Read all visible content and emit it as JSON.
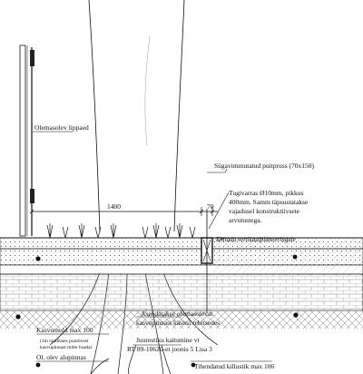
{
  "labels": {
    "fence": "Olemasolev lippaed",
    "post_fastener": "Sügavimmutatud puitpruss (70x150)",
    "rebar_line1": "Tugivarras Ø10mm, pikkus",
    "rebar_line2": "400mm. Samm täpsustatakse",
    "rebar_line3": "vajadusel konstruktiivsete",
    "rebar_line4": "arvutustega.",
    "dim_1400": "1400",
    "dim_70": "70",
    "vertical_plan": "Ehitada vertikaalplaneeringule",
    "subsoil_line1": "Asendatakse olemasolevat",
    "subsoil_line2": "kasvupinnast käsitsi rebitsedes",
    "topsoil": "Kasvumuld     max 100",
    "topsoil_note1": "(1m raadiuses puutüvest",
    "topsoil_note2": "kasvupinnast mitte lisada)",
    "roots_line1": "Juurestiku kaitsmine vt",
    "roots_line2": "RT 89-10620-et joonis 5 Lisa 3",
    "existing": "Ol. olev alupinnas",
    "gravel": "Tihendatud killustik    max 106"
  }
}
